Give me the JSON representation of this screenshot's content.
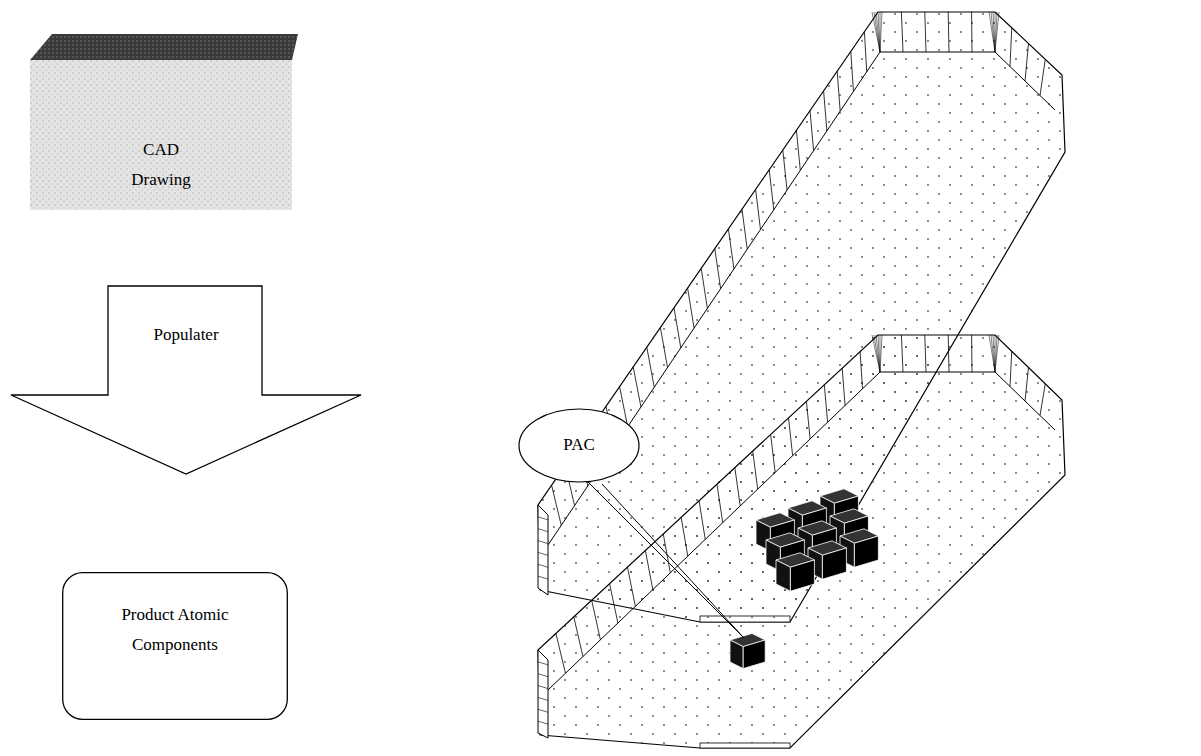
{
  "diagram": {
    "nodes": [
      {
        "text": [
          "CAD Drawing"
        ]
      },
      {
        "text": [
          "Populater"
        ]
      },
      {
        "text": [
          "Product Atomic Components"
        ]
      },
      {
        "text": [
          "PAC"
        ]
      }
    ]
  }
}
